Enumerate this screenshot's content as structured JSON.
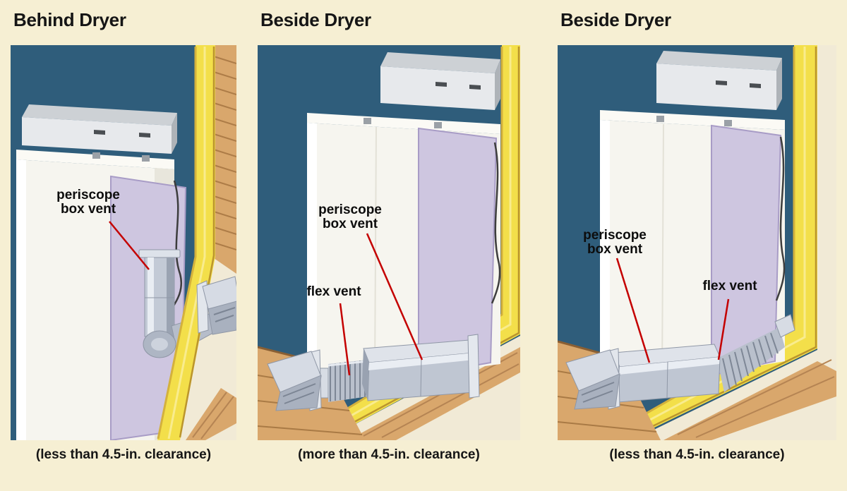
{
  "figure": {
    "background_color": "#f6efd3",
    "label_text_color": "#0d0d0d",
    "leader_line_color": "#c40000"
  },
  "palette": {
    "interior_wall_blue": "#2f5d7b",
    "insulation_yellow": "#f3df4a",
    "wood_tan": "#d9a76c",
    "dryer_white": "#f6f5ef",
    "back_panel_lavender": "#cec6e0",
    "duct_metal_gray": "#c3cad6",
    "exterior_cream": "#f1ead6"
  },
  "panels": [
    {
      "id": "behind-dryer",
      "title": "Behind Dryer",
      "caption": "(less than 4.5-in. clearance)",
      "labels": {
        "periscope_line1": "periscope",
        "periscope_line2": "box vent"
      }
    },
    {
      "id": "beside-dryer-more-clearance",
      "title": "Beside Dryer",
      "caption": "(more than 4.5-in. clearance)",
      "labels": {
        "periscope_line1": "periscope",
        "periscope_line2": "box vent",
        "flex": "flex vent"
      }
    },
    {
      "id": "beside-dryer-less-clearance",
      "title": "Beside Dryer",
      "caption": "(less than 4.5-in. clearance)",
      "labels": {
        "periscope_line1": "periscope",
        "periscope_line2": "box vent",
        "flex": "flex vent"
      }
    }
  ]
}
